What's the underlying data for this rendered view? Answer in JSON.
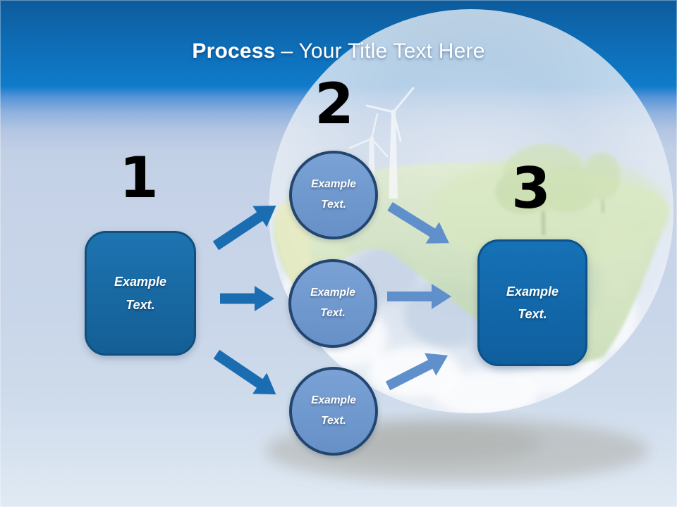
{
  "title": {
    "emphasis": "Process",
    "separator": "–",
    "rest": "Your Title Text Here"
  },
  "diagram": {
    "steps": [
      {
        "number": "1",
        "label": "Example Text."
      },
      {
        "number": "2",
        "label": "Example Text."
      },
      {
        "number": "3",
        "label": "Example Text."
      }
    ],
    "circles": [
      {
        "label": "Example Text."
      },
      {
        "label": "Example Text."
      },
      {
        "label": "Example Text."
      }
    ]
  },
  "illustration": {
    "elements": [
      "floating-grass-island",
      "wind-turbines",
      "trees",
      "earth-half-globe",
      "ground-shadow"
    ]
  },
  "colors": {
    "header_gradient_top": "#0d5b9c",
    "header_gradient_bottom": "#0f7bca",
    "body_background": "#c7d4e8",
    "box_fill": "#1269ae",
    "box_border": "#11507c",
    "circle_fill": "#6f99cf",
    "circle_border": "#24466e",
    "arrow_left": "#1b6db2",
    "arrow_right": "#6090cb",
    "number_color": "#000000",
    "title_color": "#ffffff"
  }
}
